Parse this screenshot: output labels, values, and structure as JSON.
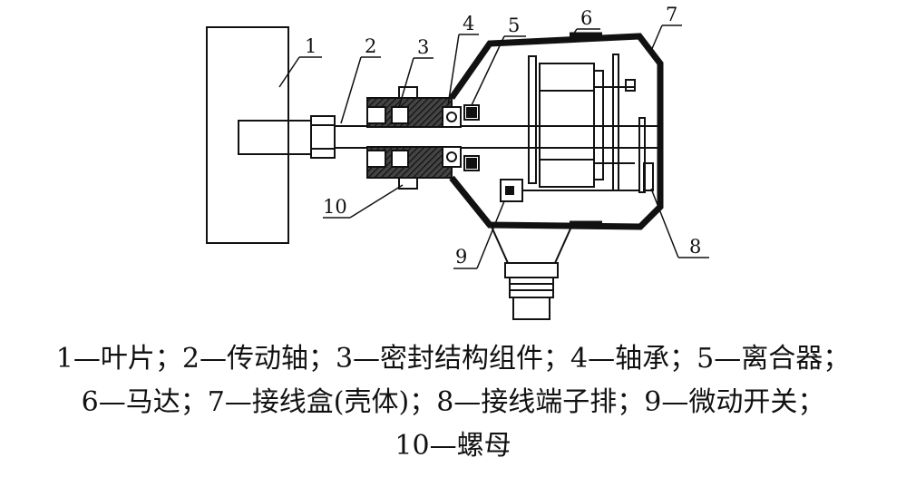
{
  "diagram": {
    "callouts": [
      "1",
      "2",
      "3",
      "4",
      "5",
      "6",
      "7",
      "8",
      "9",
      "10"
    ],
    "colors": {
      "line": "#111111",
      "fill_dark": "#1a1a1a",
      "hatch": "#222222",
      "background": "#ffffff"
    }
  },
  "caption": {
    "line1": "1—叶片；2—传动轴；3—密封结构组件；4—轴承；5—离合器；",
    "line2": "6—马达；7—接线盒(壳体)；8—接线端子排；9—微动开关；",
    "line3": "10—螺母"
  }
}
